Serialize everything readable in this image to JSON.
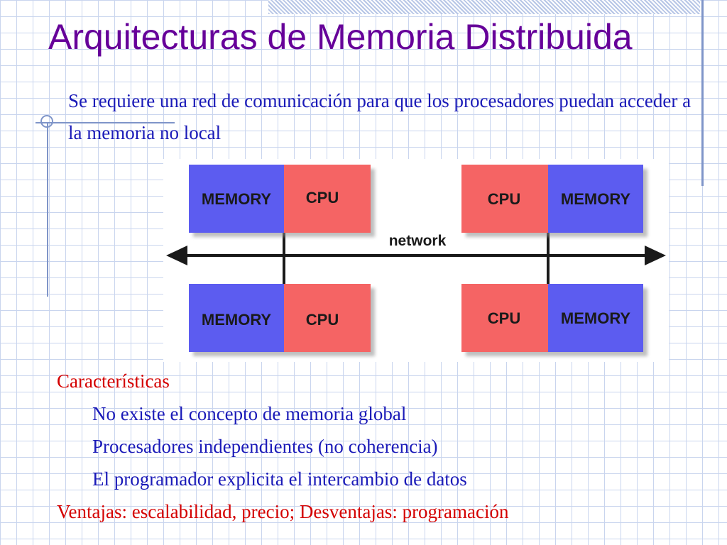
{
  "title": "Arquitecturas de Memoria Distribuida",
  "subtitle": "Se requiere una red de comunicación para que los procesadores puedan acceder a la memoria no local",
  "diagram": {
    "network_label": "network",
    "nodes": [
      {
        "left_label": "MEMORY",
        "right_label": "CPU"
      },
      {
        "left_label": "CPU",
        "right_label": "MEMORY"
      },
      {
        "left_label": "MEMORY",
        "right_label": "CPU"
      },
      {
        "left_label": "CPU",
        "right_label": "MEMORY"
      }
    ],
    "colors": {
      "memory": "#5c5cf0",
      "cpu": "#f56464",
      "line": "#1a1a1a",
      "shadow": "#8a8a8a"
    }
  },
  "features": {
    "heading": "Características",
    "items": [
      "No existe el concepto de memoria global",
      "Procesadores independientes (no coherencia)",
      "El programador explicita el intercambio de datos"
    ],
    "footer": "Ventajas: escalabilidad, precio; Desventajas: programación"
  }
}
